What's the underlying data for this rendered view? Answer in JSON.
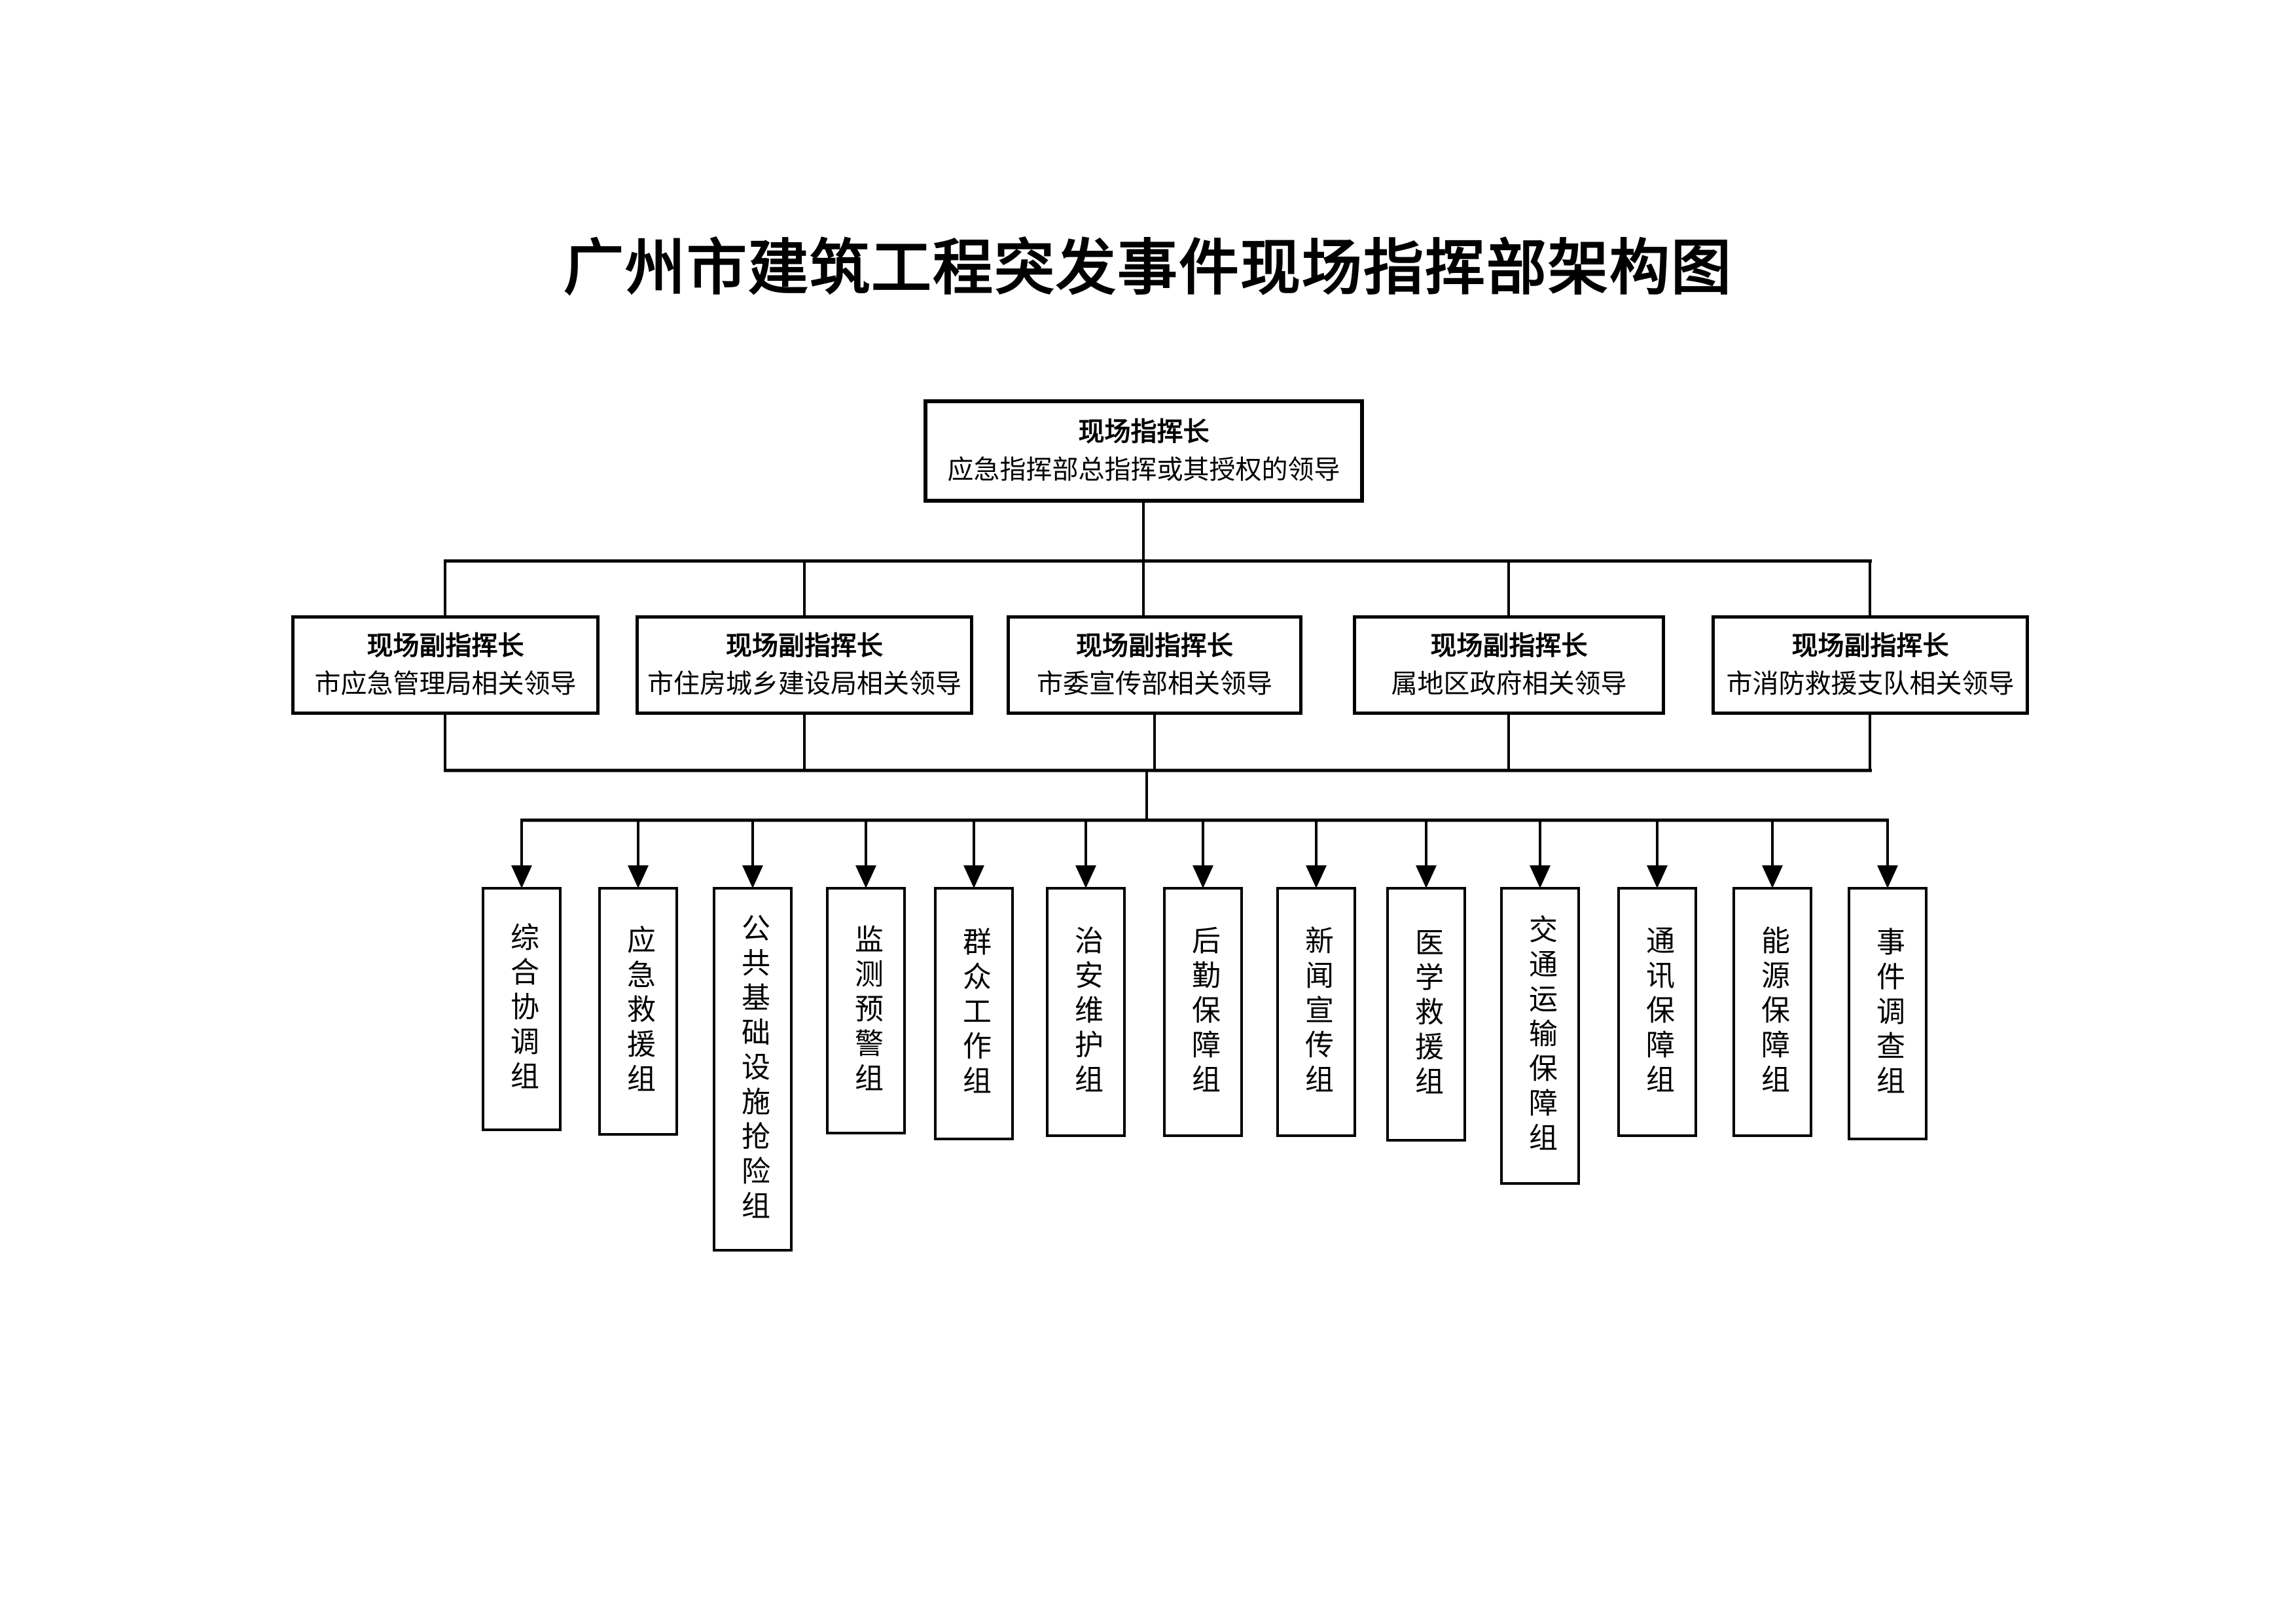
{
  "page": {
    "background_color": "#ffffff",
    "line_color": "#000000"
  },
  "title": "广州市建筑工程突发事件现场指挥部架构图",
  "commander": {
    "title": "现场指挥长",
    "subtitle": "应急指挥部总指挥或其授权的领导"
  },
  "deputies": [
    {
      "title": "现场副指挥长",
      "subtitle": "市应急管理局相关领导"
    },
    {
      "title": "现场副指挥长",
      "subtitle": "市住房城乡建设局相关领导"
    },
    {
      "title": "现场副指挥长",
      "subtitle": "市委宣传部相关领导"
    },
    {
      "title": "现场副指挥长",
      "subtitle": "属地区政府相关领导"
    },
    {
      "title": "现场副指挥长",
      "subtitle": "市消防救援支队相关领导"
    }
  ],
  "groups": [
    {
      "label": "综合协调组"
    },
    {
      "label": "应急救援组"
    },
    {
      "label": "公共基础设施抢险组"
    },
    {
      "label": "监测预警组"
    },
    {
      "label": "群众工作组"
    },
    {
      "label": "治安维护组"
    },
    {
      "label": "后勤保障组"
    },
    {
      "label": "新闻宣传组"
    },
    {
      "label": "医学救援组"
    },
    {
      "label": "交通运输保障组"
    },
    {
      "label": "通讯保障组"
    },
    {
      "label": "能源保障组"
    },
    {
      "label": "事件调查组"
    }
  ]
}
